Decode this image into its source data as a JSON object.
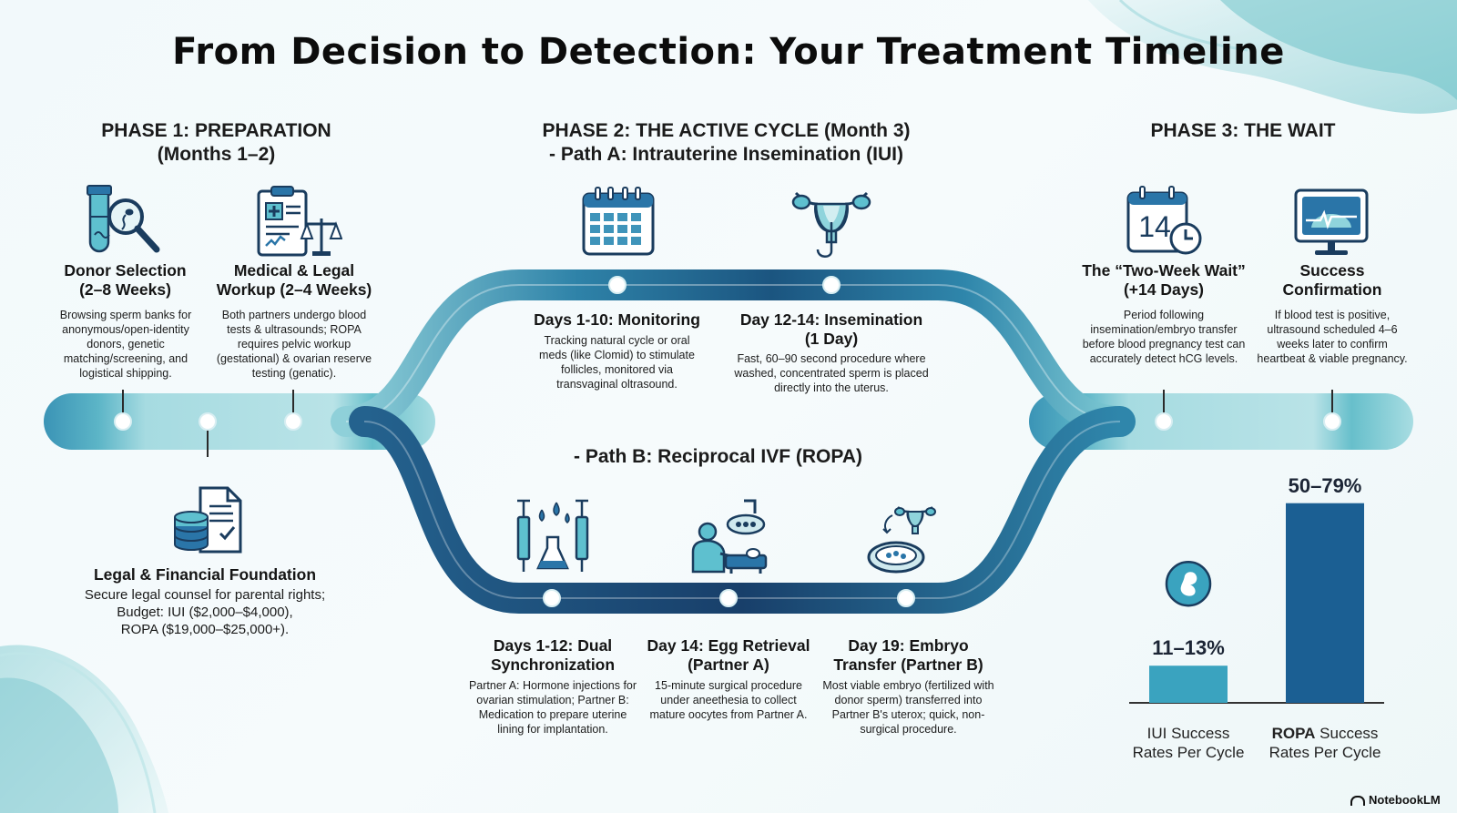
{
  "title": "From Decision to Detection: Your Treatment Timeline",
  "phase1": {
    "title_line1": "PHASE 1: PREPARATION",
    "title_line2": "(Months 1–2)",
    "donor": {
      "title_line1": "Donor Selection",
      "title_line2": "(2–8 Weeks)",
      "desc": "Browsing sperm banks for anonymous/open-identity donors, genetic matching/screening, and logistical shipping.",
      "icon": "sperm-sample-magnifier-icon"
    },
    "medical": {
      "title_line1": "Medical & Legal",
      "title_line2": "Workup (2–4 Weeks)",
      "desc": "Both partners undergo blood tests & ultrasounds; ROPA requires pelvic workup (gestational) & ovarian reserve testing (genatic).",
      "icon": "clipboard-scales-icon"
    },
    "legal": {
      "title": "Legal & Financial Foundation",
      "desc_line1": "Secure legal counsel for parental rights;",
      "desc_line2": "Budget: IUI ($2,000–$4,000),",
      "desc_line3": "ROPA ($19,000–$25,000+).",
      "icon": "coins-document-icon"
    }
  },
  "phase2": {
    "title_line1": "PHASE 2: THE ACTIVE CYCLE (Month 3)",
    "title_line2": "- Path A: Intrauterine Insemination (IUI)",
    "path_a": {
      "monitoring": {
        "title": "Days 1-10: Monitoring",
        "desc": "Tracking natural cycle or oral meds (like Clomid) to stimulate follicles, monitored via transvaginal oltrasound.",
        "icon": "calendar-icon"
      },
      "insemination": {
        "title_line1": "Day 12-14: Insemination",
        "title_line2": "(1 Day)",
        "desc": "Fast, 60–90 second procedure where washed, concentrated sperm is placed directly into the uterus.",
        "icon": "uterus-catheter-icon"
      }
    },
    "path_b_label": "- Path B: Reciprocal IVF (ROPA)",
    "path_b": {
      "sync": {
        "title_line1": "Days 1-12: Dual",
        "title_line2": "Synchronization",
        "desc": "Partner A: Hormone injections for ovarian stimulation; Partner B: Medication to prepare uterine lining for implantation.",
        "icon": "syringes-vials-icon"
      },
      "retrieval": {
        "title_line1": "Day 14: Egg Retrieval",
        "title_line2": "(Partner A)",
        "desc": "15-minute surgical procedure under aneethesia to collect mature oocytes from Partner A.",
        "icon": "surgeon-procedure-icon"
      },
      "transfer": {
        "title_line1": "Day 19: Embryo",
        "title_line2": "Transfer (Partner B)",
        "desc": "Most viable embryo (fertilized with donor sperm) transferred into Partner B's uterox; quick, non-surgical procedure.",
        "icon": "embryo-dish-uterus-icon"
      }
    }
  },
  "phase3": {
    "title": "PHASE 3: THE WAIT",
    "wait": {
      "title_line1": "The “Two-Week Wait”",
      "title_line2": "(+14 Days)",
      "desc": "Period following insemination/embryo transfer before blood pregnancy test can accurately detect hCG levels.",
      "icon": "calendar-14-clock-icon",
      "calendar_number": "14"
    },
    "success": {
      "title_line1": "Success",
      "title_line2": "Confirmation",
      "desc": "If blood test is positive, ultrasound scheduled 4–6 weeks later to confirm heartbeat & viable pregnancy.",
      "icon": "ultrasound-monitor-icon"
    }
  },
  "chart_data": {
    "type": "bar",
    "categories": [
      "IUI Success Rates Per Cycle",
      "ROPA Success Rates Per Cycle"
    ],
    "values": [
      12,
      64.5
    ],
    "value_labels": [
      "11–13%",
      "50–79%"
    ],
    "ranges": [
      [
        11,
        13
      ],
      [
        50,
        79
      ]
    ],
    "label_parts": [
      {
        "prefix": "IUI",
        "rest": " Success",
        "line2": "Rates Per Cycle",
        "bold_prefix": false
      },
      {
        "prefix": "ROPA",
        "rest": " Success",
        "line2": "Rates Per Cycle",
        "bold_prefix": true
      }
    ],
    "colors": [
      "#3aa3bf",
      "#1b5f93"
    ],
    "icons": [
      "fetus-icon",
      "fetus-icon"
    ]
  },
  "colors": {
    "dark_path": "#1b5580",
    "mid_path": "#2d7fa6",
    "light_path": "#5db8cc",
    "pale_path": "#a9dde3",
    "node": "#ffffff"
  },
  "logo": "NotebookLM"
}
